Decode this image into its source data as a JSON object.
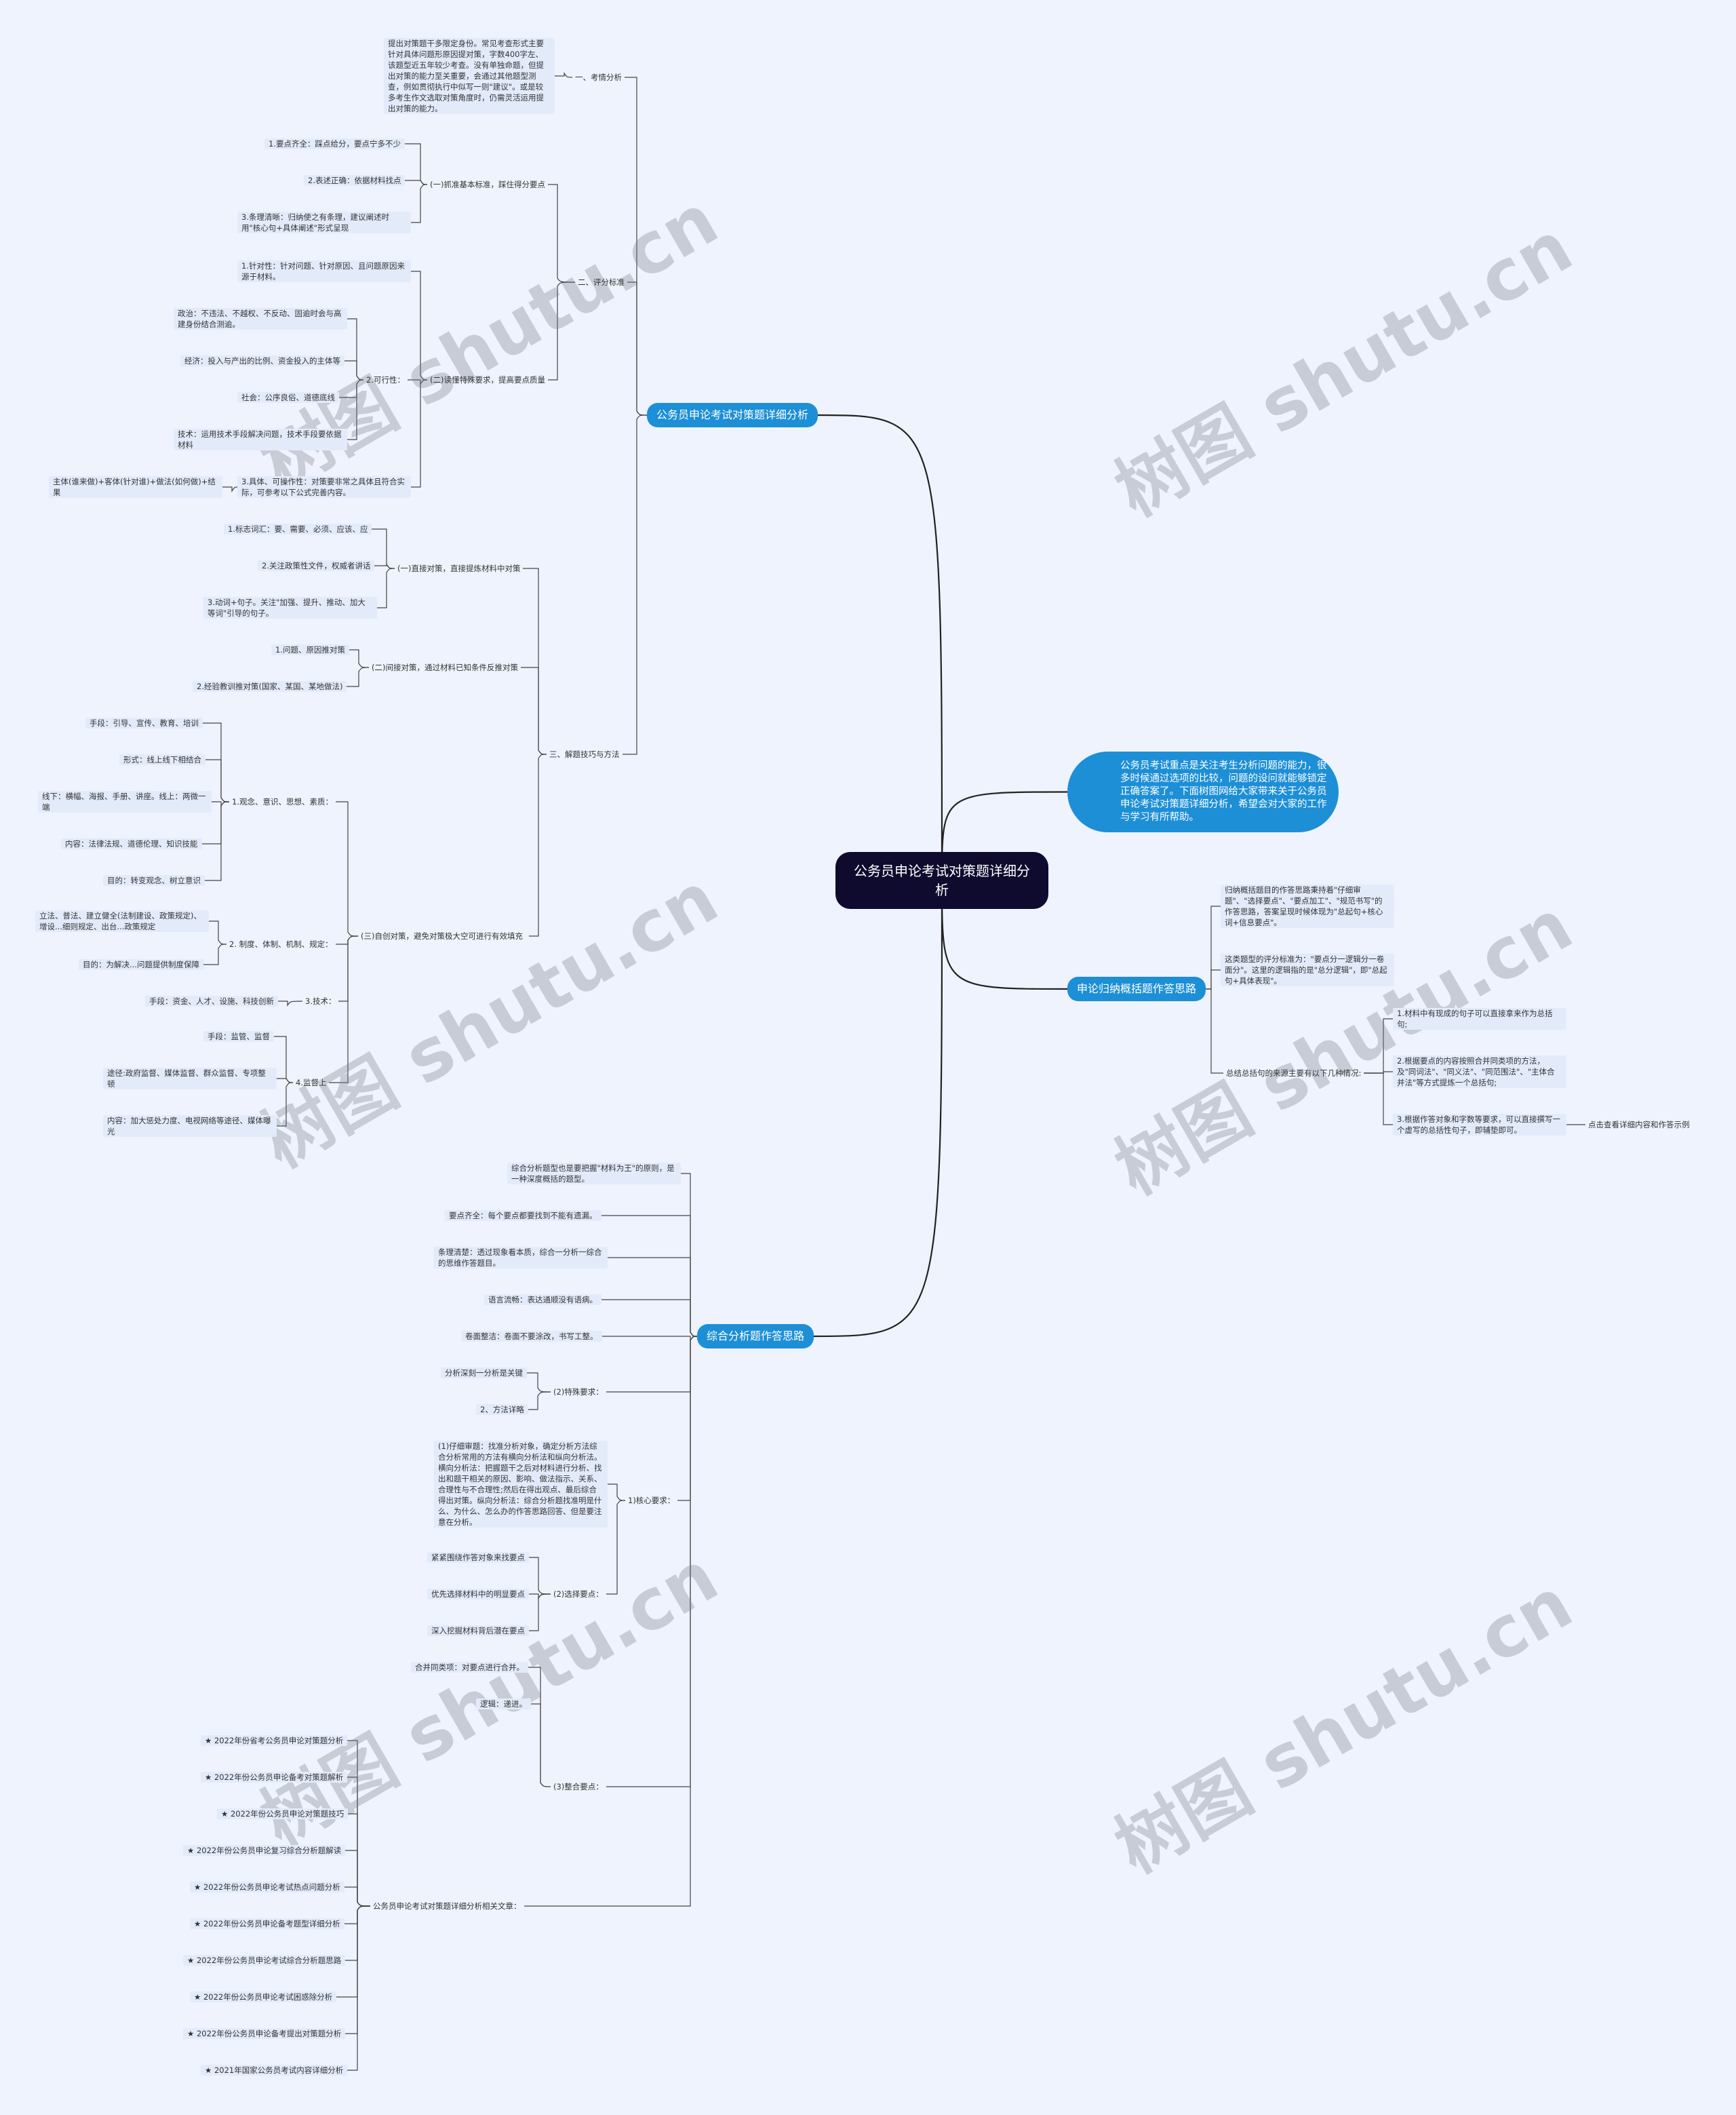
{
  "root": "公务员申论考试对策题详细分析",
  "intro": "公务员考试重点是关注考生分析问题的能力，很多时候通过选项的比较，问题的设问就能够锁定正确答案了。下面树图网给大家带来关于公务员申论考试对策题详细分析，希望会对大家的工作与学习有所帮助。",
  "watermark": "树图 shutu.cn",
  "branches": {
    "b1": "公务员申论考试对策题详细分析",
    "b2": "综合分析题作答思路",
    "b3": "申论归纳概括题作答思路"
  },
  "kq": {
    "label": "一、考情分析",
    "text": "提出对策题干多限定身份。常见考查形式主要针对具体问题形原因提对策，字数400字左、该题型近五年较少考查。没有单独命题，但提出对策的能力至关重要，会通过其他题型测查，例如贯彻执行中似写一则\"建议\"。或是较多考生作文选取对策角度时，仍需灵活运用提出对策的能力。"
  },
  "pf": {
    "label": "二、评分标准",
    "g1": {
      "label": "(一)抓准基本标准，踩住得分要点",
      "items": [
        "1.要点齐全：踩点给分，要点宁多不少",
        "2.表述正确：依据材料找点",
        "3.条理清晰：归纳使之有条理，建议阐述时用\"核心句+具体阐述\"形式呈现"
      ]
    },
    "g2": {
      "label": "(二)读懂特殊要求，提高要点质量",
      "item1": "1.针对性：针对问题、针对原因、且问题原因来源于材料。",
      "item2": "2.可行性：",
      "sub2": [
        "政治：不违法、不越权、不反动、固逾时会与高建身份结合测逾。",
        "经济：投入与产出的比例、资金投入的主体等",
        "社会：公序良俗、道德底线",
        "技术：运用技术手段解决问题，技术手段要依据材料"
      ],
      "item3": "3.具体、可操作性：对策要非常之具体且符合实际，可参考以下公式完善内容。",
      "sub3": "主体(谁来做)+客体(针对谁)+做法(如何做)+结果"
    }
  },
  "jt": {
    "label": "三、解题技巧与方法",
    "g1": {
      "label": "(一)直接对策，直接提炼材料中对策",
      "items": [
        "1.标志词汇：要、需要、必须、应该、应",
        "2.关注政策性文件，权威者讲话",
        "3.动词+句子。关注\"加强、提升、推动、加大等词\"引导的句子。"
      ]
    },
    "g2": {
      "label": "(二)间接对策，通过材料已知条件反推对策",
      "items": [
        "1.问题、原因推对策",
        "2.经验教训推对策(国家、某国、某地做法)"
      ]
    },
    "g3": {
      "label": "(三)自创对策，避免对策极大空可进行有效填充",
      "s1": {
        "label": "1.观念、意识、思想、素质：",
        "items": [
          "手段：引导、宣传、教育、培训",
          "形式：线上线下相结合",
          "线下：横幅、海报、手册、讲座。线上：两微一端",
          "内容：法律法规、道德伦理、知识技能",
          "目的：转变观念、树立意识"
        ]
      },
      "s2": {
        "label": "2. 制度、体制、机制、规定：",
        "items": [
          "立法、普法、建立健全(法制建设、政策规定)、增设...细则规定、出台...政策规定",
          "目的：为解决...问题提供制度保障"
        ]
      },
      "s3": {
        "label": "3.技术：",
        "items": [
          "手段：资金、人才、设施、科技创新"
        ]
      },
      "s4": {
        "label": "4.监督上",
        "items": [
          "手段：监管、监督",
          "途径:政府监督、媒体监督、群众监督、专项整顿",
          "内容：加大惩处力度、电视网络等途径、媒体曝光"
        ]
      }
    }
  },
  "zh": {
    "top": "综合分析题型也是要把握\"材料为王\"的原则，是一种深度概括的题型。",
    "items": [
      "要点齐全：每个要点都要找到不能有遗漏。",
      "条理清楚：透过现象看本质，综合一分析一综合的思维作答题目。",
      "语言流畅：表达通顺没有语病。",
      "卷面整洁：卷面不要涂改，书写工整。"
    ],
    "tsyq": {
      "label": "(2)特殊要求：",
      "items": [
        "分析深刻一分析是关键",
        "2、方法详略"
      ]
    },
    "hxyq": {
      "label": "1)核心要求：",
      "sdst": "(1)仔细审题：找准分析对象，确定分析方法综合分析常用的方法有横向分析法和纵向分析法。横向分析法：把握题干之后对材料进行分析、找出和题干相关的原因、影响、做法指示、关系、合理性与不合理性;然后在得出观点、最后综合得出对策。纵向分析法：综合分析题找准明是什么、为什么、怎么办的作答思路回答、但是要注意在分析。",
      "xzyd": {
        "label": "(2)选择要点：",
        "items": [
          "紧紧围绕作答对象来找要点",
          "优先选择材料中的明显要点",
          "深入挖掘材料背后潜在要点"
        ]
      },
      "zhyd": {
        "label": "(3)整合要点：",
        "items": [
          "合并同类项：对要点进行合并。",
          "逻辑：递进。"
        ]
      }
    },
    "rel": {
      "label": "公务员申论考试对策题详细分析相关文章：",
      "items": [
        "★ 2022年份省考公务员申论对策题分析",
        "★ 2022年份公务员申论备考对策题解析",
        "★ 2022年份公务员申论对策题技巧",
        "★ 2022年份公务员申论复习综合分析题解读",
        "★ 2022年份公务员申论考试热点问题分析",
        "★ 2022年份公务员申论备考题型详细分析",
        "★ 2022年份公务员申论考试综合分析题思路",
        "★ 2022年份公务员申论考试困惑除分析",
        "★ 2022年份公务员申论备考提出对策题分析",
        "★ 2021年国家公务员考试内容详细分析"
      ]
    }
  },
  "gn": {
    "items": [
      "归纳概括题目的作答思路秉持着\"仔细审题\"、\"选择要点\"、\"要点加工\"、\"规范书写\"的作答思路，答案呈现时候体现为\"总起句+核心词+信息要点\"。",
      "这类题型的评分标准为：\"要点分一逻辑分一卷面分\"。这里的逻辑指的是\"总分逻辑\"，即\"总起句+具体表现\"。"
    ],
    "zj": {
      "label": "总结总括句的来源主要有以下几种情况:",
      "items": [
        "1.材料中有现成的句子可以直接拿来作为总括句;",
        "2.根据要点的内容按照合并同类项的方法，及\"同词法\"、\"同义法\"、\"同范围法\"、\"主体合并法\"等方式提炼一个总括句;",
        "3.根据作答对象和字数等要求，可以直接撰写一个虚写的总括性句子，即辅垫即可。"
      ],
      "tail": "点击查看详细内容和作答示例"
    }
  }
}
